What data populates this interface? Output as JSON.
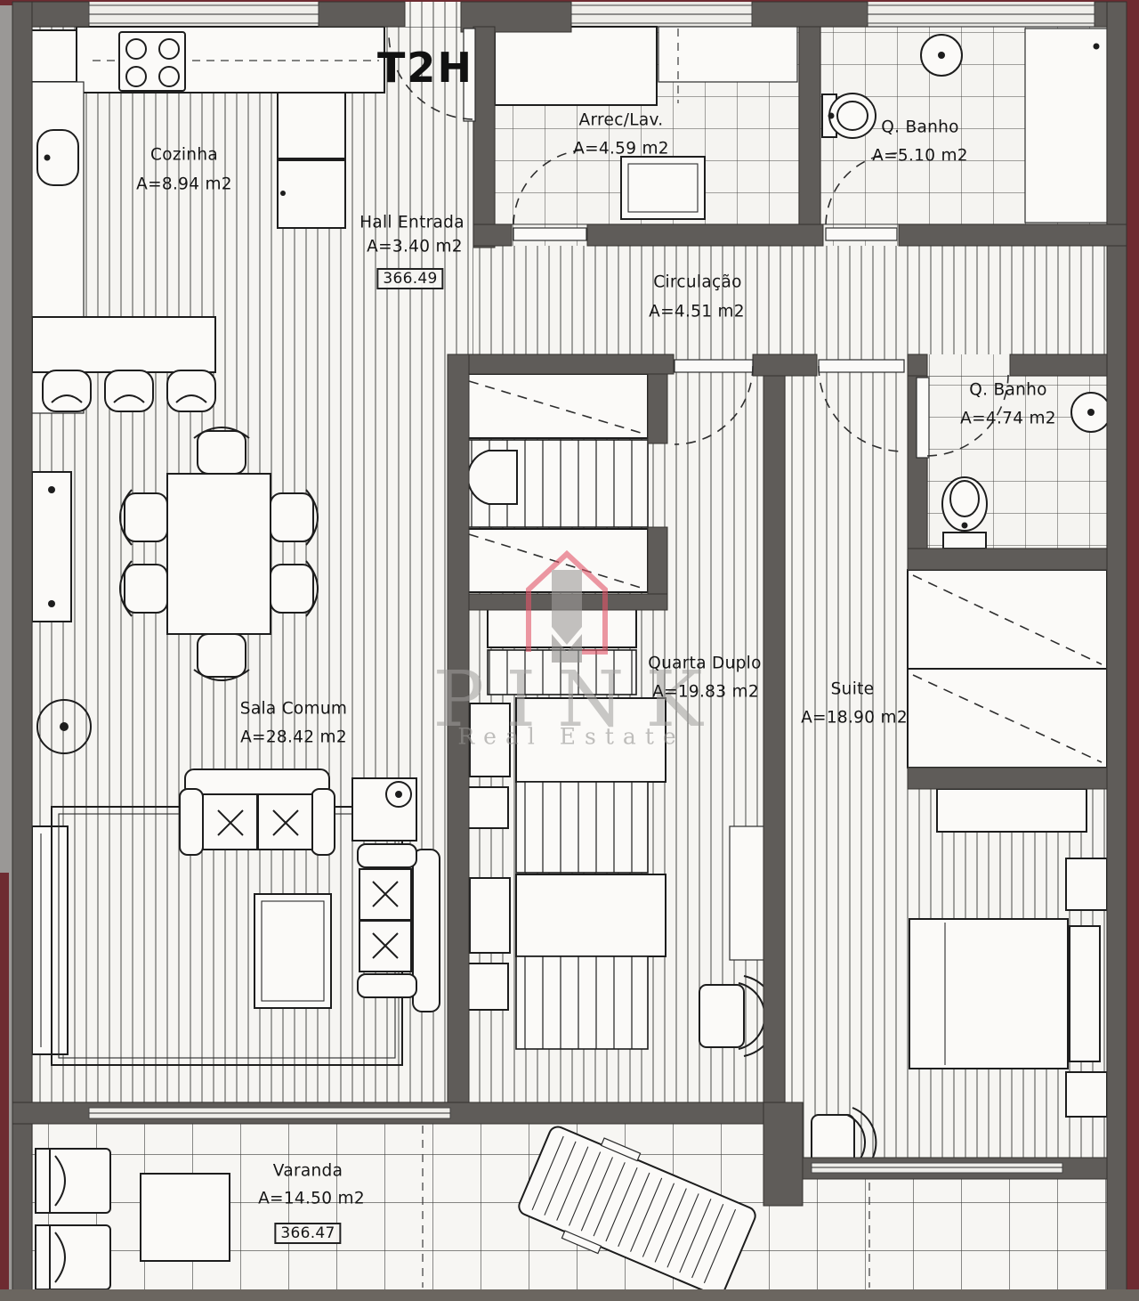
{
  "title": "T2H",
  "watermark": {
    "brand": "PINK",
    "sub": "Real Estate"
  },
  "rooms": [
    {
      "id": "cozinha",
      "name": "Cozinha",
      "area": "A=8.94 m2"
    },
    {
      "id": "hall-entrada",
      "name": "Hall Entrada",
      "area": "A=3.40 m2",
      "tag": "366.49"
    },
    {
      "id": "arrec-lav",
      "name": "Arrec/Lav.",
      "area": "A=4.59 m2"
    },
    {
      "id": "q-banho-1",
      "name": "Q. Banho",
      "area": "A=5.10 m2"
    },
    {
      "id": "circulacao",
      "name": "Circulação",
      "area": "A=4.51 m2"
    },
    {
      "id": "q-banho-2",
      "name": "Q. Banho",
      "area": "A=4.74 m2"
    },
    {
      "id": "sala-comum",
      "name": "Sala Comum",
      "area": "A=28.42 m2"
    },
    {
      "id": "quarto-duplo",
      "name": "Quarta Duplo",
      "area": "A=19.83 m2"
    },
    {
      "id": "suite",
      "name": "Suite",
      "area": "A=18.90 m2"
    },
    {
      "id": "varanda",
      "name": "Varanda",
      "area": "A=14.50 m2",
      "tag": "366.47"
    }
  ],
  "colors": {
    "wall": "#5f5c59",
    "paper": "#f6f5f2",
    "accent_edge": "#6e2b31",
    "watermark_pink": "#e25468",
    "line": "#1d1d1d"
  }
}
